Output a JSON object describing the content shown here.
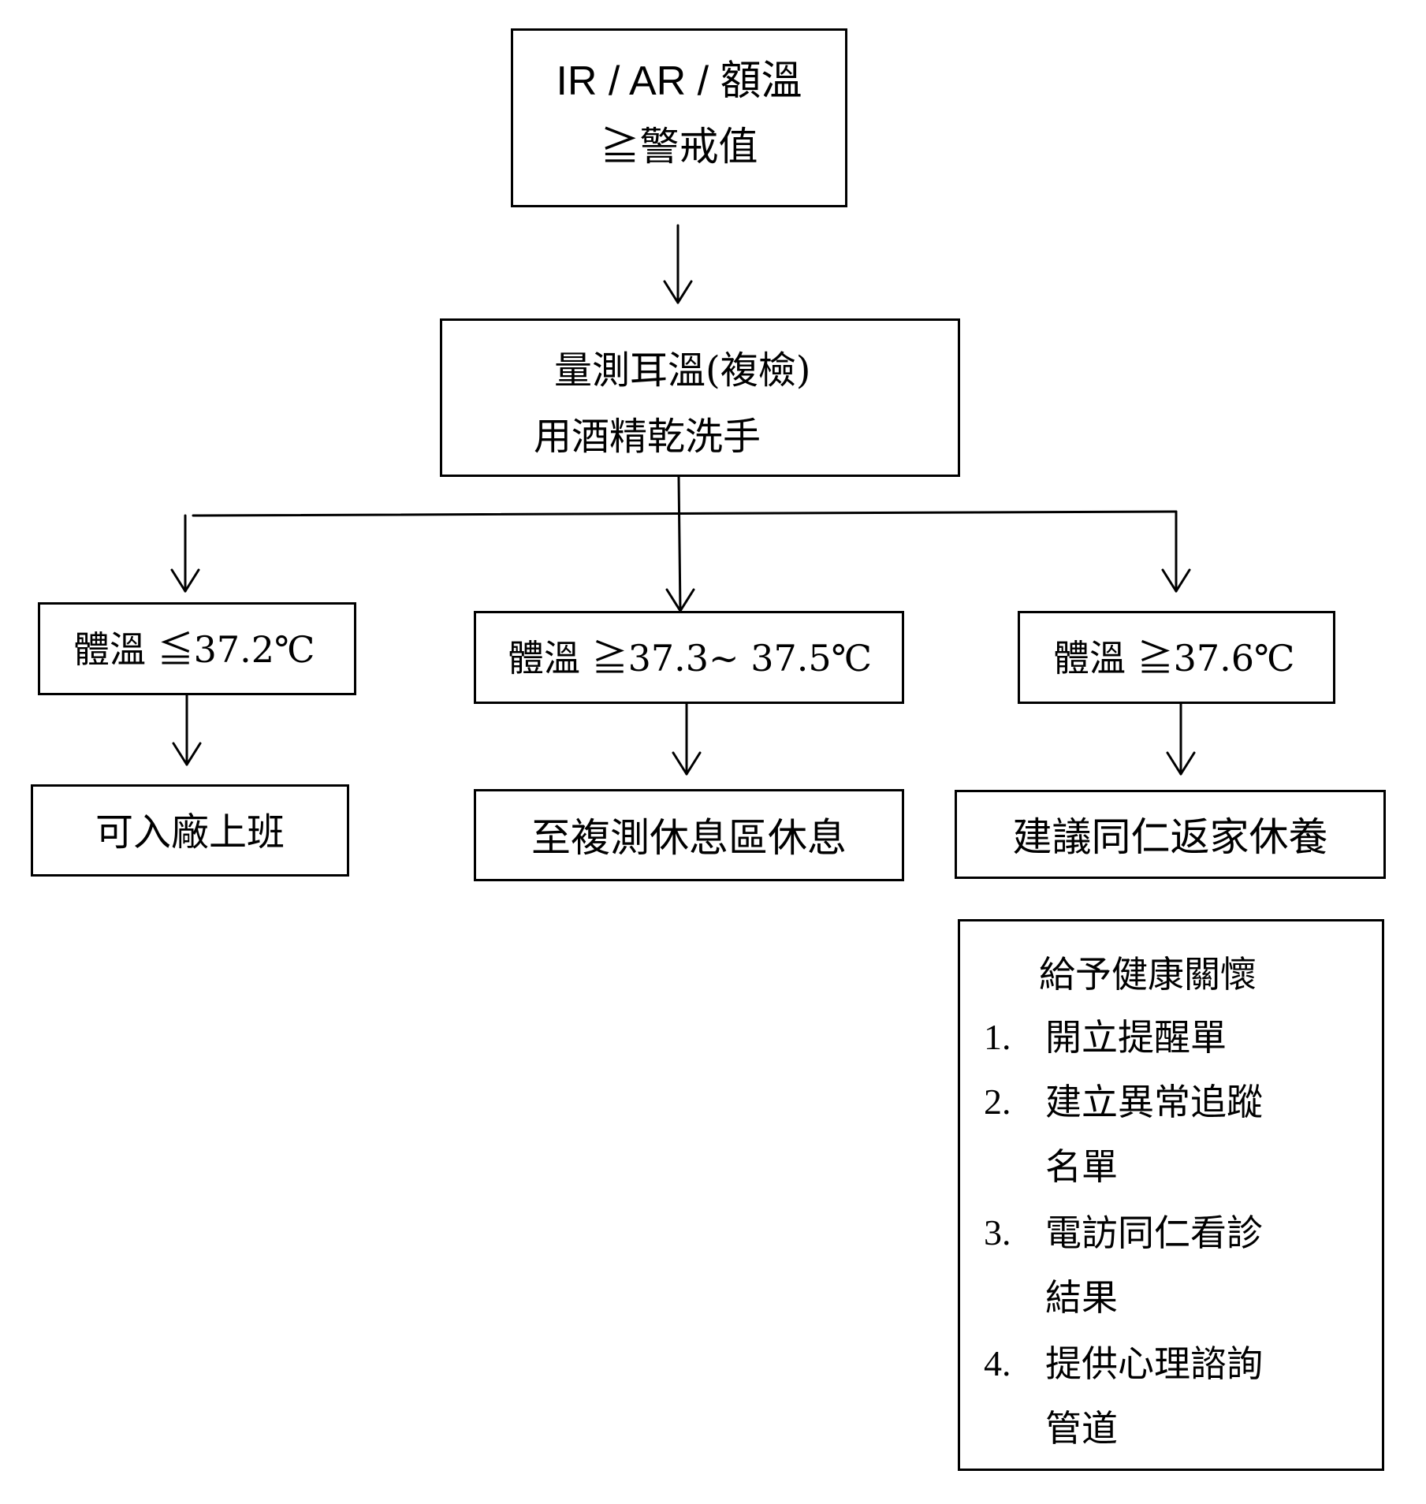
{
  "nodes": {
    "screening": {
      "line1": "IR / AR / 額溫",
      "line2": "≧警戒值"
    },
    "recheck": {
      "line1": "量測耳溫(複檢)",
      "line2": "用酒精乾洗手"
    },
    "temp_low": {
      "label": "體溫 ≦37.2℃"
    },
    "temp_mid": {
      "label": "體溫 ≧37.3~ 37.5℃"
    },
    "temp_high": {
      "label": "體溫 ≧37.6℃"
    },
    "outcome_low": {
      "label": "可入廠上班"
    },
    "outcome_mid": {
      "label": "至複測休息區休息"
    },
    "outcome_high": {
      "label": "建議同仁返家休養"
    },
    "care": {
      "title": "給予健康關懷",
      "items": [
        {
          "num": "1.",
          "lines": [
            "開立提醒單"
          ]
        },
        {
          "num": "2.",
          "lines": [
            "建立異常追蹤",
            "名單"
          ]
        },
        {
          "num": "3.",
          "lines": [
            "電訪同仁看診",
            "結果"
          ]
        },
        {
          "num": "4.",
          "lines": [
            "提供心理諮詢",
            "管道"
          ]
        }
      ]
    }
  }
}
